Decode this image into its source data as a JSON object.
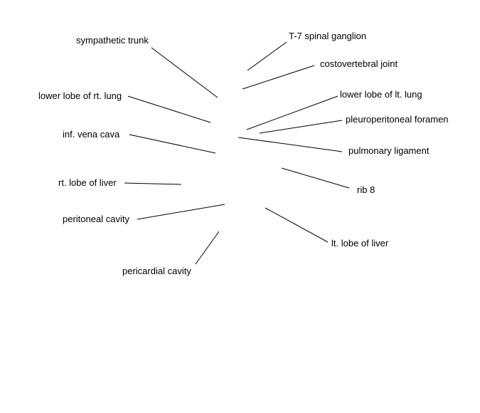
{
  "labels": {
    "sympathetic_trunk": "sympathetic trunk",
    "t7_spinal_ganglion": "T-7 spinal ganglion",
    "costovertebral_joint": "costovertebral joint",
    "lower_lobe_rt_lung": "lower lobe of rt. lung",
    "lower_lobe_lt_lung": "lower lobe of lt. lung",
    "pleuroperitoneal_foramen": "pleuroperitoneal foramen",
    "inf_vena_cava": "inf. vena cava",
    "pulmonary_ligament": "pulmonary ligament",
    "rt_lobe_of_liver": "rt. lobe of liver",
    "rib_8": "rib 8",
    "peritoneal_cavity": "peritoneal cavity",
    "lt_lobe_of_liver": "lt. lobe of liver",
    "pericardial_cavity": "pericardial cavity"
  },
  "colors": {
    "line": "#000000",
    "text": "#000000",
    "background": "#ffffff"
  }
}
